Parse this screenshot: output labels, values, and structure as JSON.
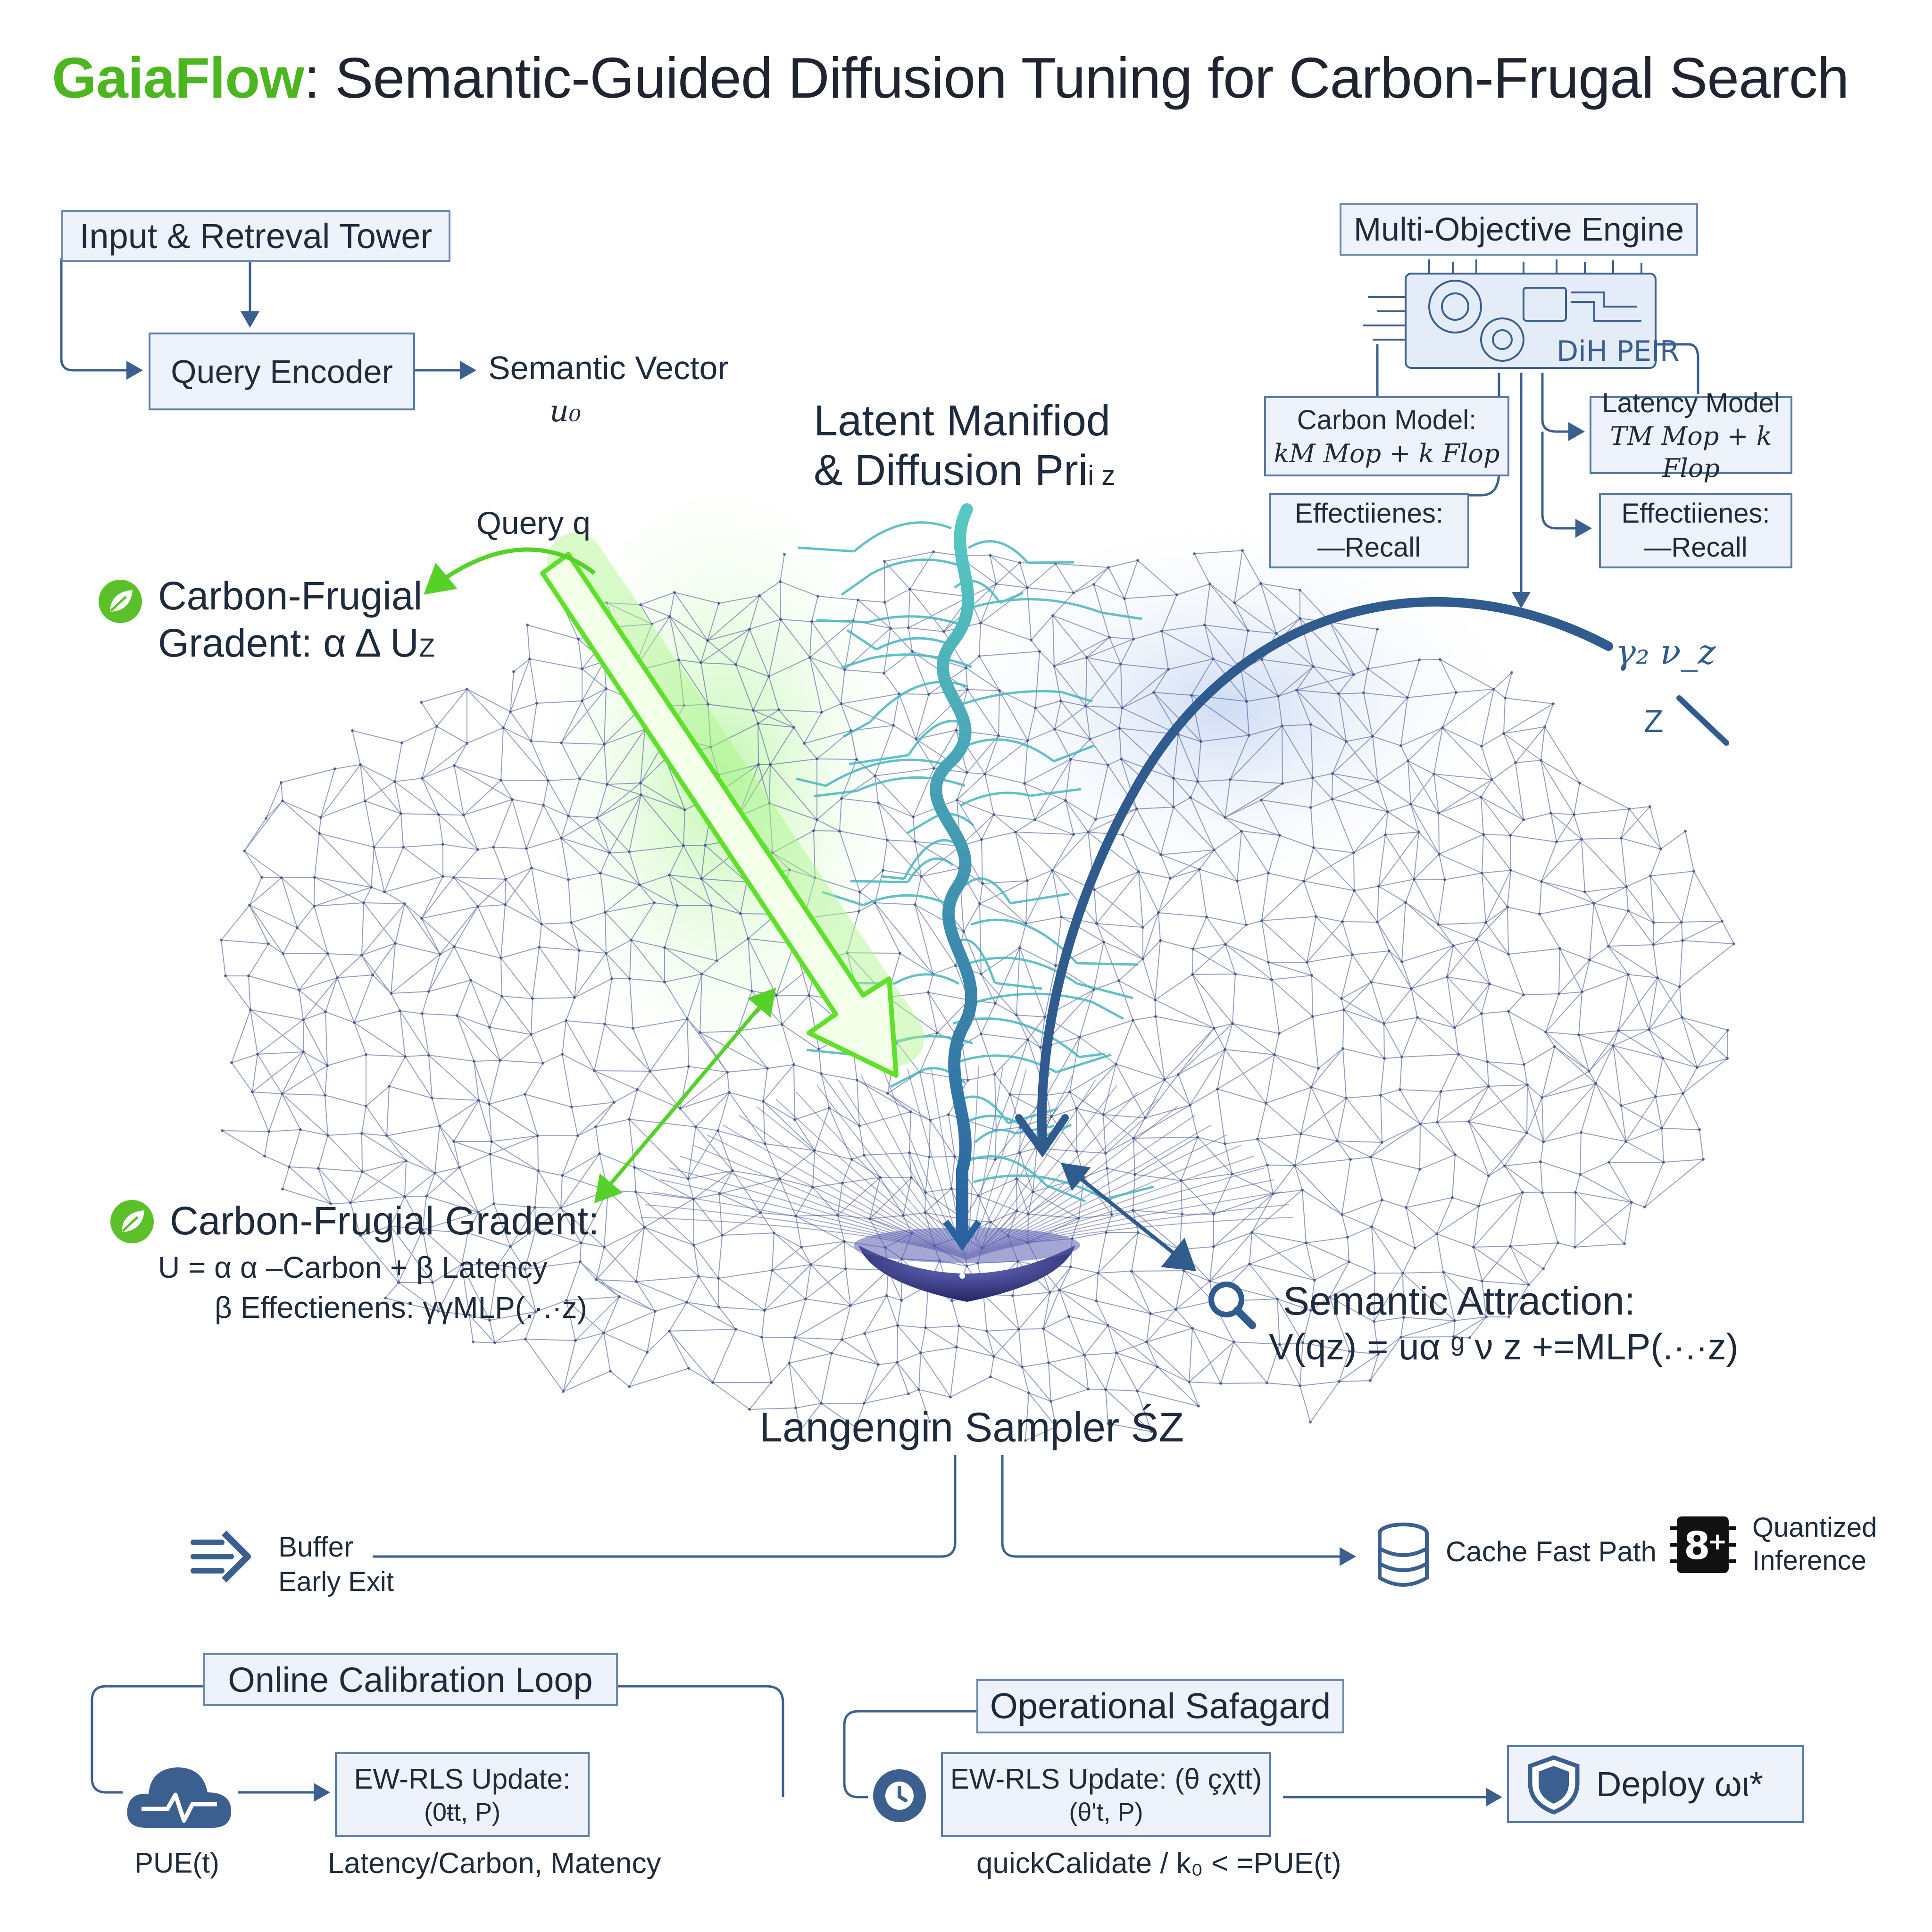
{
  "title": {
    "brand": "GaiaFlow",
    "rest": ": Semantic-Guided Diffusion Tuning for  Carbon-Frugal Search"
  },
  "input_tower": {
    "header": "Input & Retreval Tower",
    "encoder": "Query Encoder",
    "vector_label": "Semantic Vector",
    "vector_symbol": "u₀"
  },
  "engine": {
    "header": "Multi-Objective Engine",
    "chip_text": "DiH PEIR",
    "carbon_model": {
      "line1": "Carbon Model:",
      "line2": "kM Mop + k Flop"
    },
    "latency_model": {
      "line1": "Latency Model",
      "line2": "TM Mop + k Flop"
    },
    "effect_left": {
      "line1": "Effectiienes:",
      "line2": "—Recall"
    },
    "effect_right": {
      "line1": "Effectiienes:",
      "line2": "—Recall"
    },
    "gamma_label": "γ₂ ν_z",
    "z_label": "Z"
  },
  "manifold": {
    "title_line1": "Latent Manifiod",
    "title_line2": "& Diffusion Pri",
    "title_sub": "i z",
    "query_label": "Query q",
    "sampler_label": "Langengin Sampler ŚZ"
  },
  "gradient_top": {
    "line1": "Carbon-Frugial",
    "line2": "Gradent:  α Δ U",
    "sub": "Z"
  },
  "gradient_bottom": {
    "line1": "Carbon-Frugial Gradent:",
    "line2": "U = α α –Carbon + β Latency",
    "line3": "β Effectienens: γγMLP(.·.·z)"
  },
  "semantic": {
    "line1": "Semantic Attraction:",
    "line2": "V(qz) = uα  ᵍ  ν z +=MLP(.·.·z)"
  },
  "paths": {
    "buffer": "Buffer",
    "early_exit": "Early Exit",
    "cache": "Cache Fast Path",
    "quantized_line1": "Quantized",
    "quantized_line2": "Inference"
  },
  "calibration": {
    "header": "Online Calibration Loop",
    "update_line1": "EW-RLS Update:",
    "update_line2": "(0ŧt,  P)",
    "pue": "PUE(t)",
    "caption": "Latency/Carbon, Matency"
  },
  "safeguard": {
    "header": "Operational Safagard",
    "update_line1": "EW-RLS Update:  (θ çχtt)",
    "update_line2": "(θ't,  P)",
    "deploy": "Deploy  ωι*",
    "caption": "quickCalidate / k₀ < =PUE(t)"
  },
  "colors": {
    "brand_green": "#4cb51f",
    "gradient_green": "#5fe02a",
    "navy_arrow": "#2f5b8f",
    "teal_path": "#3aa7b5",
    "box_border": "#5a7aa8",
    "box_fill": "#eef3fb",
    "mesh": "#3d4f8f"
  },
  "icons": [
    "leaf-icon",
    "leaf-icon",
    "magnifier-icon",
    "fast-forward-arrows-icon",
    "database-icon",
    "chip-badge-icon",
    "cloud-pulse-icon",
    "clock-icon",
    "shield-icon",
    "gear-chip-icon"
  ]
}
